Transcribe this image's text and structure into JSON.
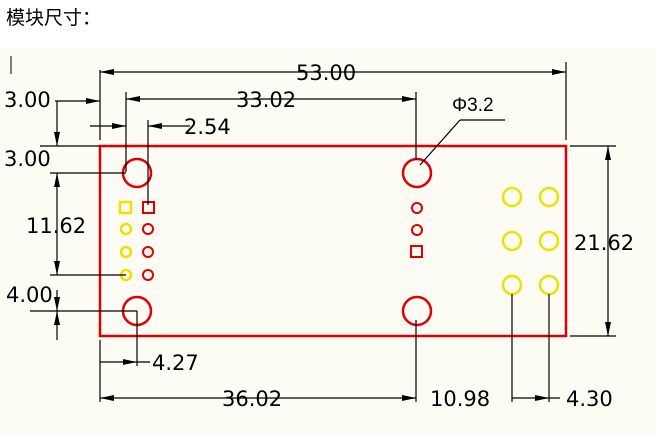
{
  "caption": "模块尺寸：",
  "dimensions": {
    "overall_width": "53.00",
    "left_offset": "3.00",
    "hole_spacing": "33.02",
    "pin_pitch": "2.54",
    "top_offset": "3.00",
    "pin_span": "11.62",
    "bottom_offset": "4.00",
    "height": "21.62",
    "hole_x_offset": "4.27",
    "pin_x_distance": "36.02",
    "right_distance": "10.98",
    "pad_spacing": "4.30",
    "hole_diameter": "Φ3.2"
  },
  "colors": {
    "board_outline": "#e00000",
    "pads": "#f0e000",
    "background": "#fcfcf4"
  }
}
